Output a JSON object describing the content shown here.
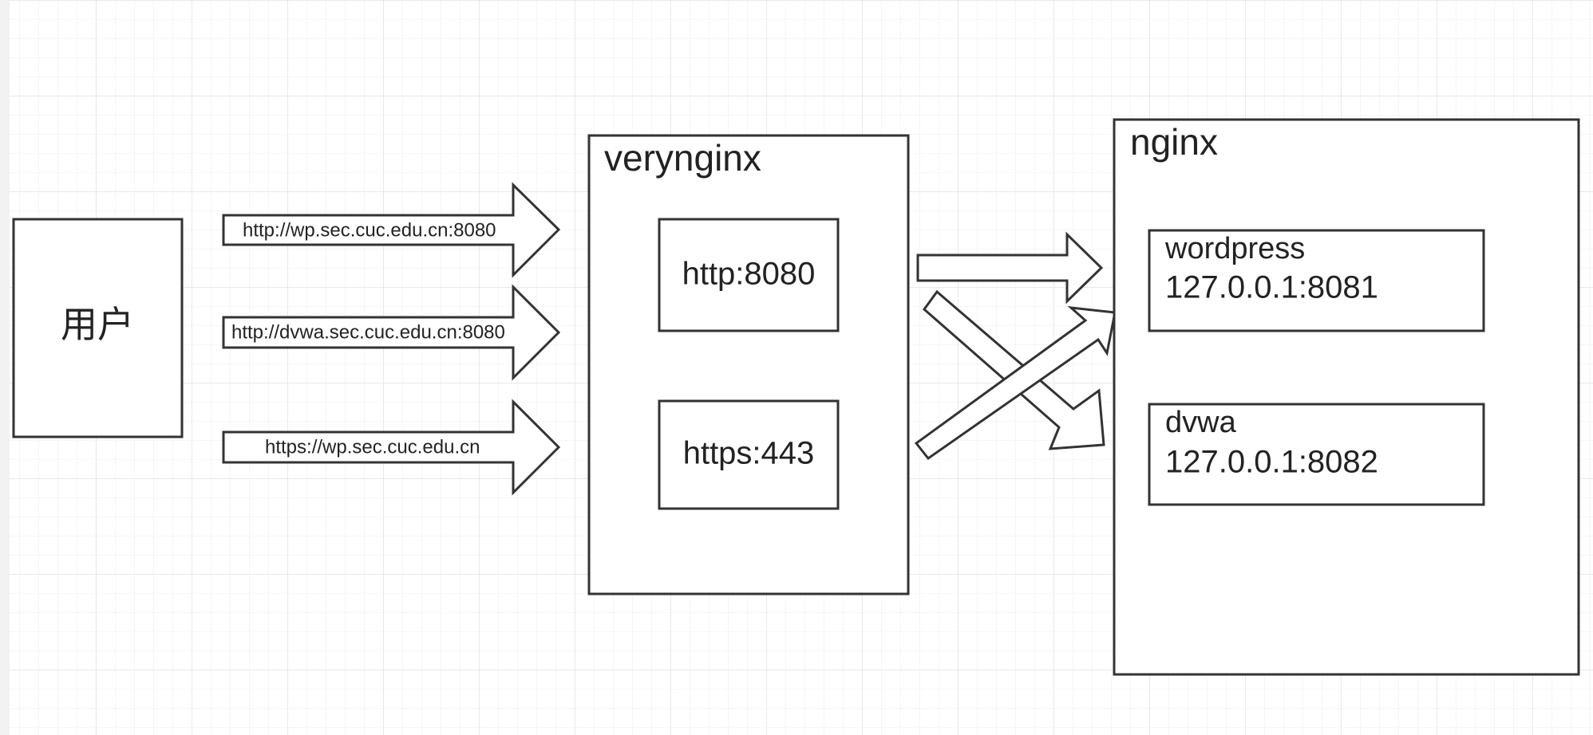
{
  "colors": {
    "background": "#ffffff",
    "grid": "#e6e6e6",
    "stroke": "#333333",
    "text": "#222222"
  },
  "user": {
    "label": "用户"
  },
  "arrows": {
    "http_wp": "http://wp.sec.cuc.edu.cn:8080",
    "http_dvwa": "http://dvwa.sec.cuc.edu.cn:8080",
    "https_wp": "https://wp.sec.cuc.edu.cn"
  },
  "verynginx": {
    "title": "verynginx",
    "http_port": "http:8080",
    "https_port": "https:443"
  },
  "nginx": {
    "title": "nginx",
    "wordpress": {
      "name": "wordpress",
      "address": "127.0.0.1:8081"
    },
    "dvwa": {
      "name": "dvwa",
      "address": "127.0.0.1:8082"
    }
  }
}
